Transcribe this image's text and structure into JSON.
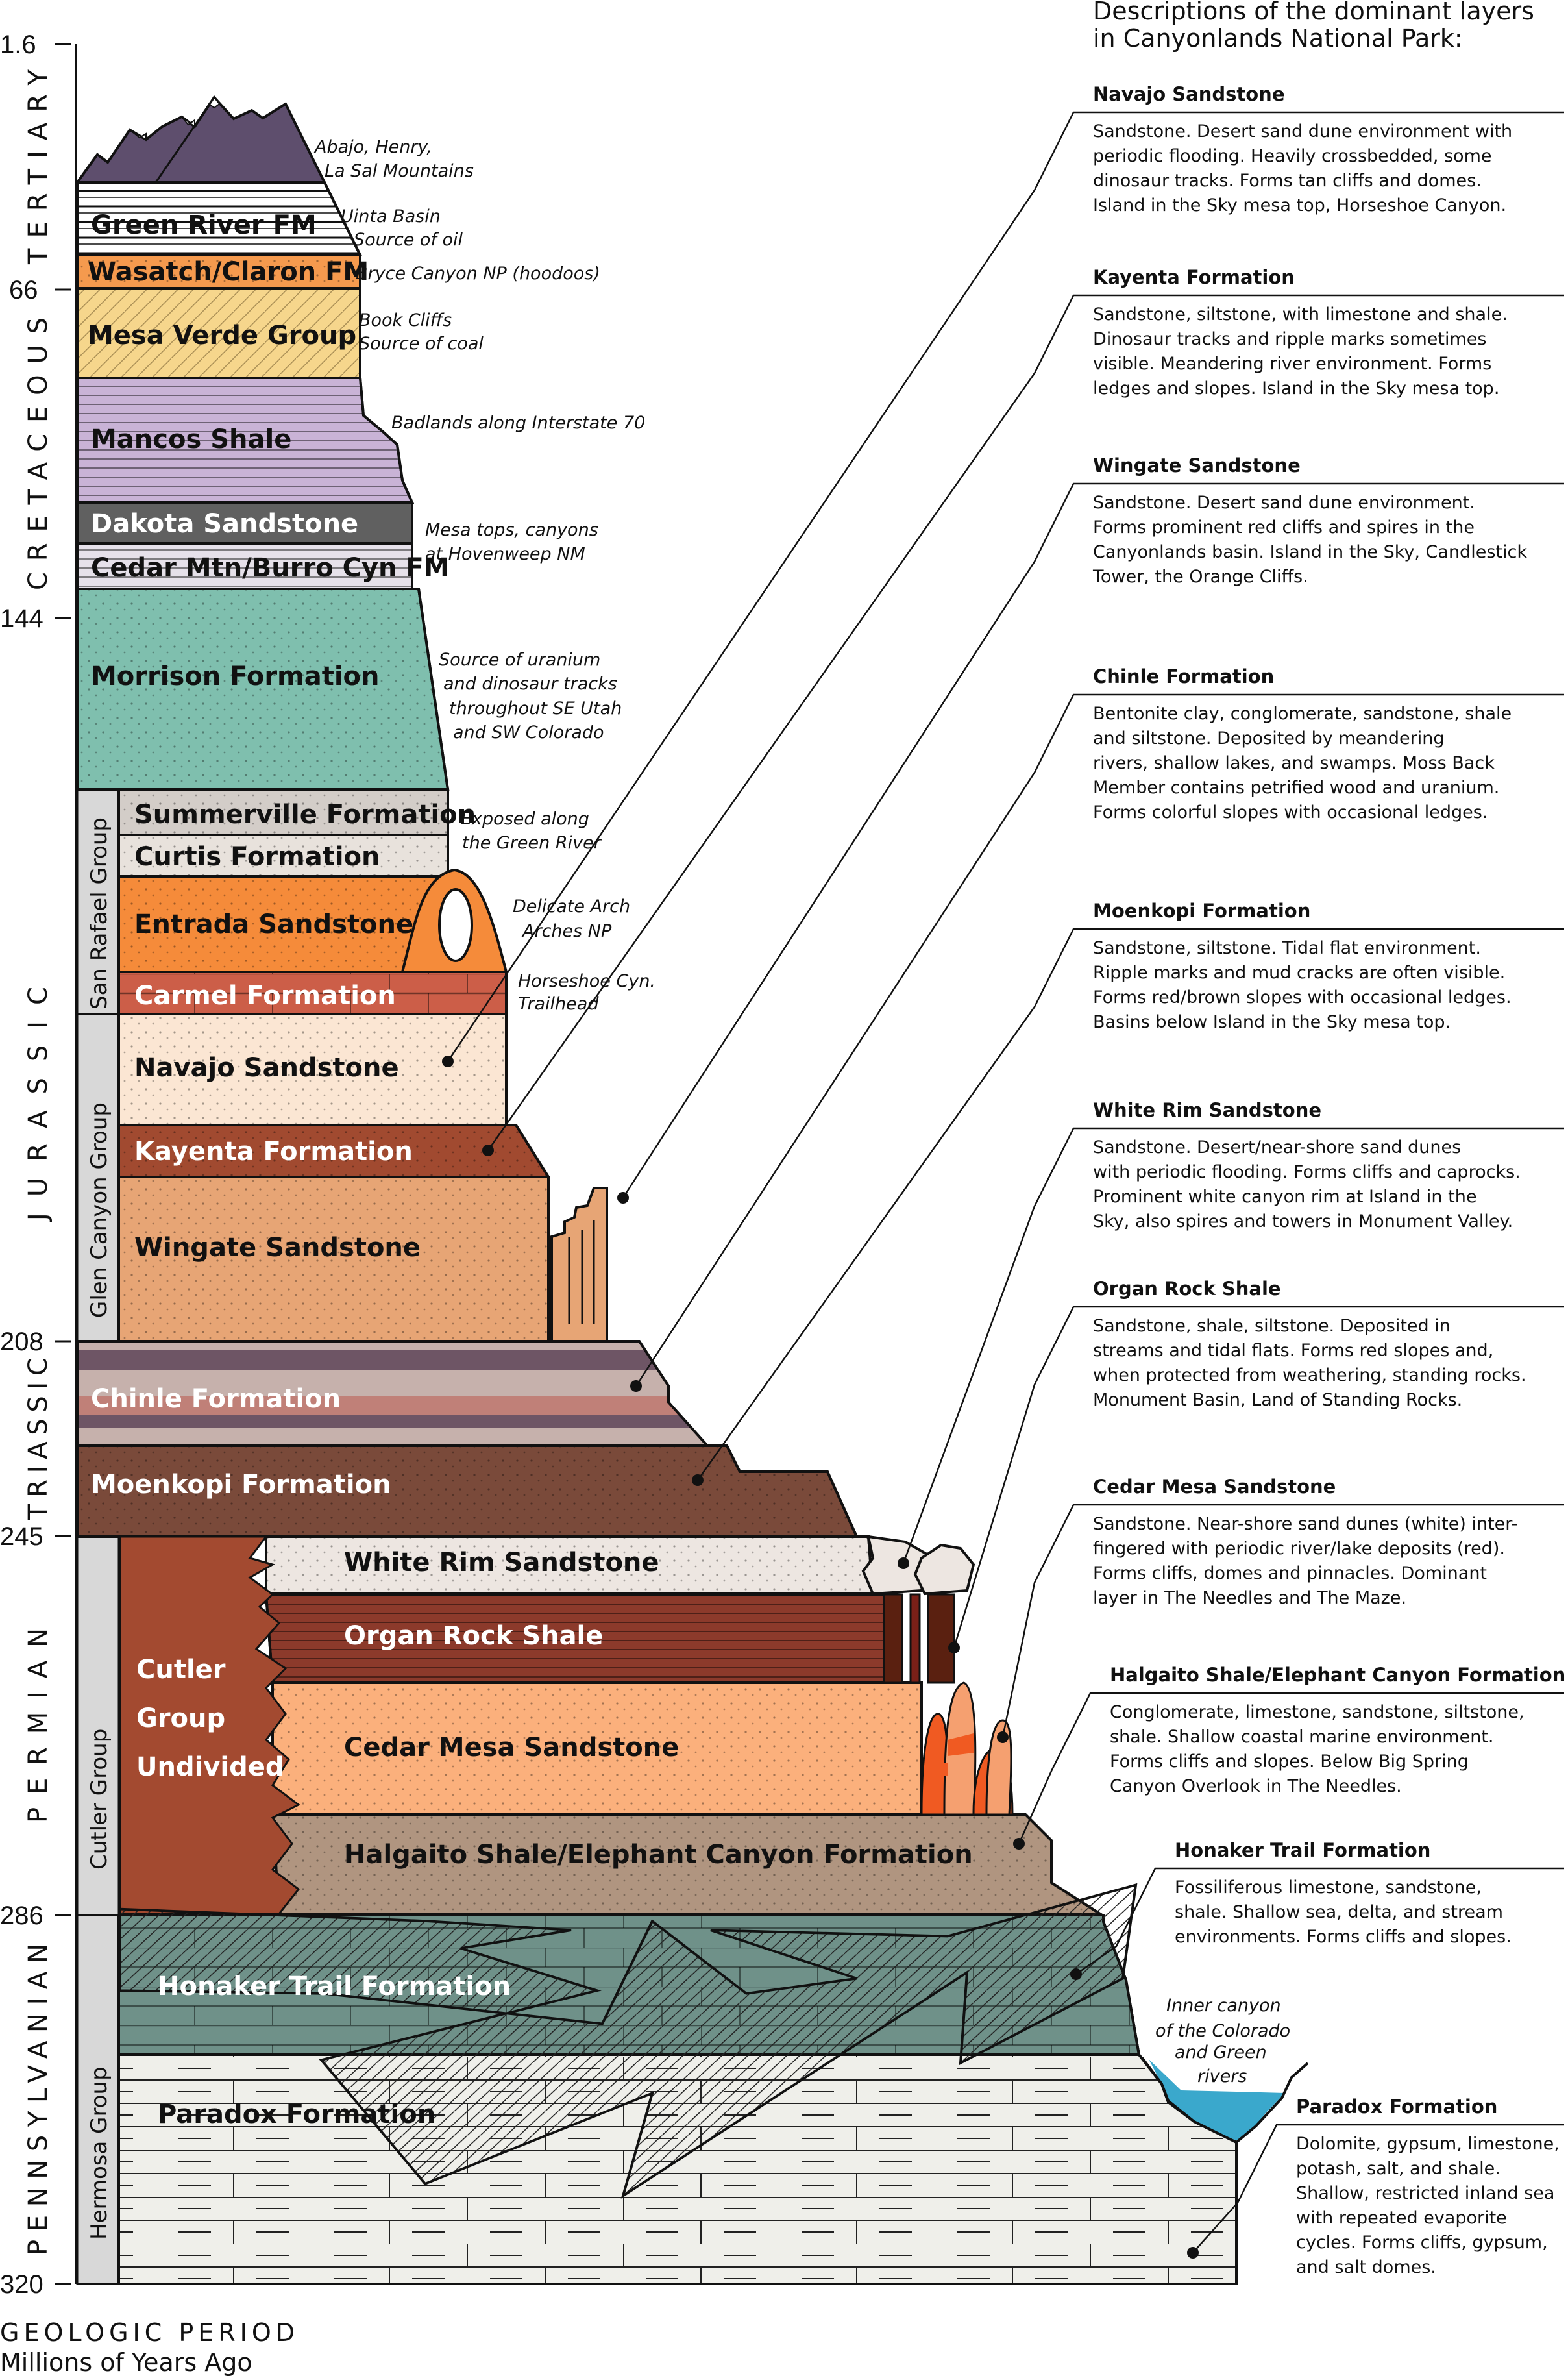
{
  "title_lines": [
    "Descriptions of the dominant layers",
    "in Canyonlands National Park:"
  ],
  "axis": {
    "ticks": [
      "1.6",
      "66",
      "144",
      "208",
      "245",
      "286",
      "320"
    ],
    "footer_title": "GEOLOGIC PERIOD",
    "footer_subtitle": "Millions of Years Ago"
  },
  "periods": [
    "TERTIARY",
    "CRETACEOUS",
    "JURASSIC",
    "TRIASSIC",
    "PERMIAN",
    "PENNSYLVANIAN"
  ],
  "groups": [
    "San Rafael Group",
    "Glen Canyon Group",
    "Cutler Group",
    "Hermosa Group"
  ],
  "layers": [
    {
      "name": "Green River FM",
      "color": "#ffffff"
    },
    {
      "name": "Wasatch/Claron FM",
      "color": "#f59a4e"
    },
    {
      "name": "Mesa Verde Group",
      "color": "#f6d68c"
    },
    {
      "name": "Mancos Shale",
      "color": "#c9b3d6"
    },
    {
      "name": "Dakota Sandstone",
      "color": "#606060"
    },
    {
      "name": "Cedar Mtn/Burro Cyn FM",
      "color": "#e6e1ea"
    },
    {
      "name": "Morrison Formation",
      "color": "#7fbfae"
    },
    {
      "name": "Summerville Formation",
      "color": "#d3cdc8"
    },
    {
      "name": "Curtis Formation",
      "color": "#e8e2dc"
    },
    {
      "name": "Entrada Sandstone",
      "color": "#f58b3a"
    },
    {
      "name": "Carmel Formation",
      "color": "#cc5e48"
    },
    {
      "name": "Navajo Sandstone",
      "color": "#fbe6d3"
    },
    {
      "name": "Kayenta Formation",
      "color": "#a14a30"
    },
    {
      "name": "Wingate Sandstone",
      "color": "#e7a575"
    },
    {
      "name": "Chinle Formation",
      "color": "#b98b8b"
    },
    {
      "name": "Moenkopi Formation",
      "color": "#7a4a3a"
    },
    {
      "name": "White Rim Sandstone",
      "color": "#ede6e1"
    },
    {
      "name": "Organ Rock Shale",
      "color": "#8c3a2b"
    },
    {
      "name": "Cedar Mesa Sandstone",
      "color": "#fbb07c"
    },
    {
      "name": "Halgaito Shale/Elephant Canyon Formation",
      "color": "#b09580"
    },
    {
      "name": "Honaker Trail Formation",
      "color": "#6f9189"
    },
    {
      "name": "Paradox Formation",
      "color": "#efefea"
    }
  ],
  "cutler_undivided": [
    "Cutler",
    "Group",
    "Undivided"
  ],
  "mountains_color": "#5e4e6d",
  "river_color": "#3aa8cc",
  "notes": {
    "mountains": [
      "Abajo, Henry,",
      "La Sal Mountains"
    ],
    "green_river": [
      "Uinta Basin",
      "Source of oil"
    ],
    "wasatch": [
      "Bryce Canyon NP (hoodoos)"
    ],
    "mesa_verde": [
      "Book Cliffs",
      "Source of coal"
    ],
    "mancos": [
      "Badlands along Interstate 70"
    ],
    "dakota": [
      "Mesa tops, canyons",
      "at Hovenweep NM"
    ],
    "morrison": [
      "Source of uranium",
      "and dinosaur tracks",
      "throughout SE Utah",
      "and SW Colorado"
    ],
    "summerville": [
      "Exposed along",
      "the Green River"
    ],
    "entrada": [
      "Delicate Arch",
      "Arches NP"
    ],
    "carmel": [
      "Horseshoe Cyn.",
      "Trailhead"
    ],
    "inner_canyon": [
      "Inner canyon",
      "of the Colorado",
      "and Green",
      "rivers"
    ]
  },
  "descriptions": [
    {
      "title": "Navajo Sandstone",
      "lines": [
        "Sandstone. Desert sand dune environment with",
        "periodic flooding. Heavily crossbedded, some",
        "dinosaur tracks. Forms tan cliffs and domes.",
        "Island in the Sky mesa top, Horseshoe Canyon."
      ]
    },
    {
      "title": "Kayenta Formation",
      "lines": [
        "Sandstone, siltstone, with limestone and shale.",
        "Dinosaur tracks and ripple marks sometimes",
        "visible. Meandering river environment. Forms",
        "ledges and slopes. Island in the Sky mesa top."
      ]
    },
    {
      "title": "Wingate Sandstone",
      "lines": [
        "Sandstone. Desert sand dune environment.",
        "Forms prominent red cliffs and spires in the",
        "Canyonlands basin. Island in the Sky, Candlestick",
        "Tower, the Orange Cliffs."
      ]
    },
    {
      "title": "Chinle Formation",
      "lines": [
        "Bentonite clay, conglomerate, sandstone, shale",
        "and siltstone. Deposited by meandering",
        "rivers, shallow lakes, and swamps. Moss Back",
        "Member contains petrified wood and uranium.",
        "Forms colorful slopes with occasional ledges."
      ]
    },
    {
      "title": "Moenkopi Formation",
      "lines": [
        "Sandstone, siltstone. Tidal flat environment.",
        "Ripple marks and mud cracks are often visible.",
        "Forms red/brown slopes with occasional ledges.",
        "Basins below Island in the Sky mesa top."
      ]
    },
    {
      "title": "White Rim Sandstone",
      "lines": [
        "Sandstone. Desert/near-shore sand dunes",
        "with periodic flooding. Forms cliffs and caprocks.",
        "Prominent white canyon rim at Island in the",
        "Sky, also spires and towers in Monument Valley."
      ]
    },
    {
      "title": "Organ Rock Shale",
      "lines": [
        "Sandstone, shale, siltstone. Deposited in",
        "streams and tidal flats. Forms red slopes and,",
        "when protected from weathering, standing rocks.",
        "Monument Basin, Land of Standing Rocks."
      ]
    },
    {
      "title": "Cedar Mesa Sandstone",
      "lines": [
        "Sandstone. Near-shore sand dunes (white) inter-",
        "fingered with periodic river/lake deposits (red).",
        "Forms cliffs, domes and pinnacles. Dominant",
        "layer in The Needles and The Maze."
      ]
    },
    {
      "title": "Halgaito Shale/Elephant Canyon Formation",
      "lines": [
        "Conglomerate, limestone, sandstone, siltstone,",
        "shale. Shallow coastal marine environment.",
        "Forms cliffs and slopes. Below Big Spring",
        "Canyon Overlook in The Needles."
      ]
    },
    {
      "title": "Honaker Trail Formation",
      "lines": [
        "Fossiliferous limestone, sandstone,",
        "shale. Shallow sea, delta, and stream",
        "environments. Forms cliffs and slopes."
      ]
    },
    {
      "title": "Paradox Formation",
      "lines": [
        "Dolomite, gypsum, limestone,",
        "potash, salt, and shale.",
        "Shallow, restricted inland sea",
        "with repeated evaporite",
        "cycles. Forms cliffs, gypsum,",
        "and salt domes."
      ]
    }
  ]
}
